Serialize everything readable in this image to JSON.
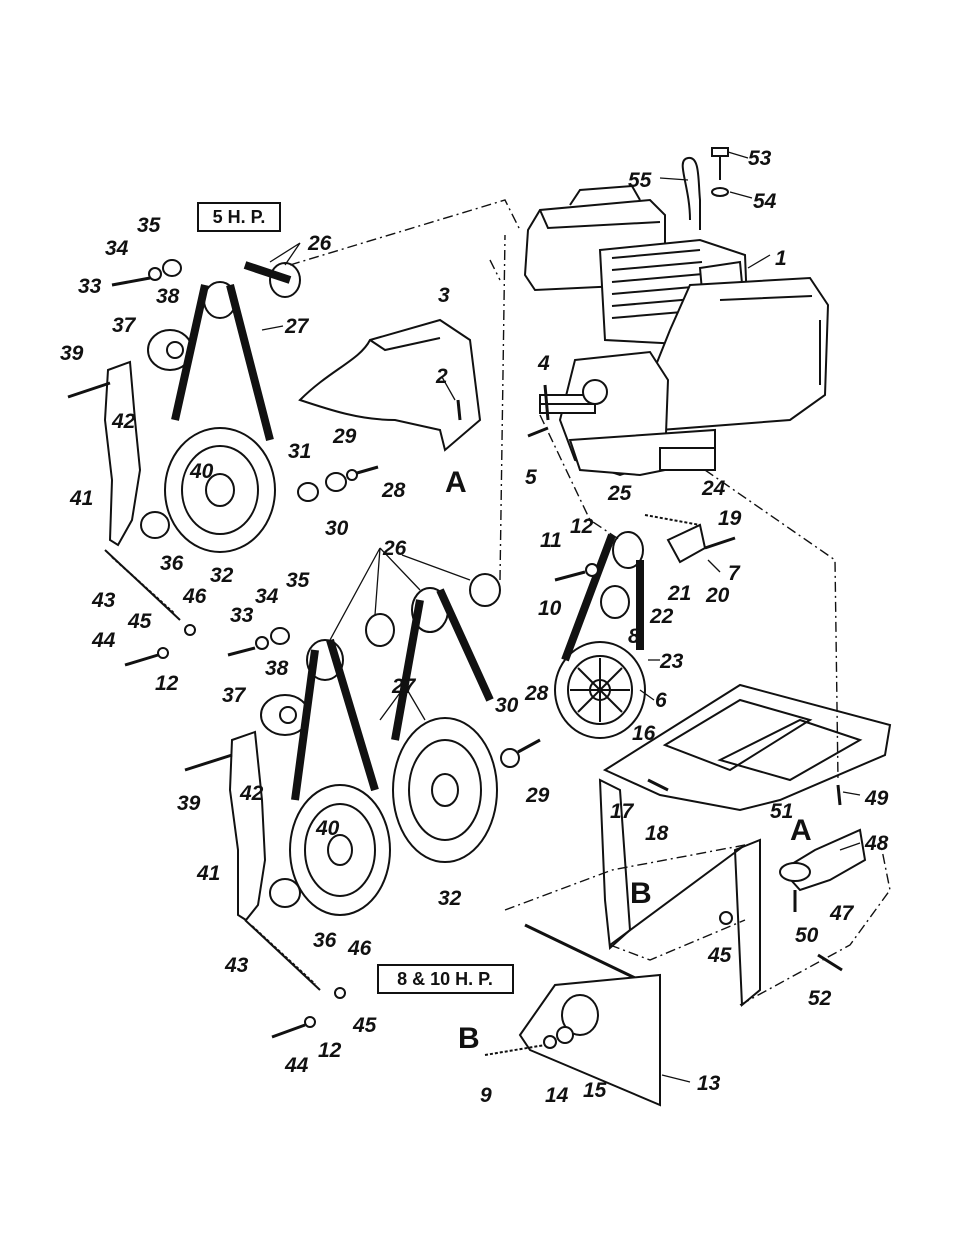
{
  "labels": {
    "hp5": "5 H. P.",
    "hp810": "8 & 10 H. P.",
    "ref_a": "A",
    "ref_b": "B"
  },
  "callouts": [
    {
      "id": "c1",
      "text": "1"
    },
    {
      "id": "c2",
      "text": "2"
    },
    {
      "id": "c3",
      "text": "3"
    },
    {
      "id": "c4",
      "text": "4"
    },
    {
      "id": "c5",
      "text": "5"
    },
    {
      "id": "c6",
      "text": "6"
    },
    {
      "id": "c7",
      "text": "7"
    },
    {
      "id": "c8",
      "text": "8"
    },
    {
      "id": "c9",
      "text": "9"
    },
    {
      "id": "c10",
      "text": "10"
    },
    {
      "id": "c11",
      "text": "11"
    },
    {
      "id": "c12a",
      "text": "12"
    },
    {
      "id": "c12b",
      "text": "12"
    },
    {
      "id": "c12c",
      "text": "12"
    },
    {
      "id": "c13",
      "text": "13"
    },
    {
      "id": "c14",
      "text": "14"
    },
    {
      "id": "c15",
      "text": "15"
    },
    {
      "id": "c16",
      "text": "16"
    },
    {
      "id": "c17",
      "text": "17"
    },
    {
      "id": "c18",
      "text": "18"
    },
    {
      "id": "c19",
      "text": "19"
    },
    {
      "id": "c20",
      "text": "20"
    },
    {
      "id": "c21",
      "text": "21"
    },
    {
      "id": "c22",
      "text": "22"
    },
    {
      "id": "c23",
      "text": "23"
    },
    {
      "id": "c24",
      "text": "24"
    },
    {
      "id": "c25",
      "text": "25"
    },
    {
      "id": "c26a",
      "text": "26"
    },
    {
      "id": "c26b",
      "text": "26"
    },
    {
      "id": "c27a",
      "text": "27"
    },
    {
      "id": "c27b",
      "text": "27"
    },
    {
      "id": "c28a",
      "text": "28"
    },
    {
      "id": "c28b",
      "text": "28"
    },
    {
      "id": "c29a",
      "text": "29"
    },
    {
      "id": "c29b",
      "text": "29"
    },
    {
      "id": "c30a",
      "text": "30"
    },
    {
      "id": "c30b",
      "text": "30"
    },
    {
      "id": "c31",
      "text": "31"
    },
    {
      "id": "c32a",
      "text": "32"
    },
    {
      "id": "c32b",
      "text": "32"
    },
    {
      "id": "c33a",
      "text": "33"
    },
    {
      "id": "c33b",
      "text": "33"
    },
    {
      "id": "c34a",
      "text": "34"
    },
    {
      "id": "c34b",
      "text": "34"
    },
    {
      "id": "c35a",
      "text": "35"
    },
    {
      "id": "c35b",
      "text": "35"
    },
    {
      "id": "c36a",
      "text": "36"
    },
    {
      "id": "c36b",
      "text": "36"
    },
    {
      "id": "c37a",
      "text": "37"
    },
    {
      "id": "c37b",
      "text": "37"
    },
    {
      "id": "c38a",
      "text": "38"
    },
    {
      "id": "c38b",
      "text": "38"
    },
    {
      "id": "c39a",
      "text": "39"
    },
    {
      "id": "c39b",
      "text": "39"
    },
    {
      "id": "c40a",
      "text": "40"
    },
    {
      "id": "c40b",
      "text": "40"
    },
    {
      "id": "c41a",
      "text": "41"
    },
    {
      "id": "c41b",
      "text": "41"
    },
    {
      "id": "c42a",
      "text": "42"
    },
    {
      "id": "c42b",
      "text": "42"
    },
    {
      "id": "c43a",
      "text": "43"
    },
    {
      "id": "c43b",
      "text": "43"
    },
    {
      "id": "c44a",
      "text": "44"
    },
    {
      "id": "c44b",
      "text": "44"
    },
    {
      "id": "c45a",
      "text": "45"
    },
    {
      "id": "c45b",
      "text": "45"
    },
    {
      "id": "c45c",
      "text": "45"
    },
    {
      "id": "c46a",
      "text": "46"
    },
    {
      "id": "c46b",
      "text": "46"
    },
    {
      "id": "c47",
      "text": "47"
    },
    {
      "id": "c48",
      "text": "48"
    },
    {
      "id": "c49",
      "text": "49"
    },
    {
      "id": "c50",
      "text": "50"
    },
    {
      "id": "c51",
      "text": "51"
    },
    {
      "id": "c52",
      "text": "52"
    },
    {
      "id": "c53",
      "text": "53"
    },
    {
      "id": "c54",
      "text": "54"
    },
    {
      "id": "c55",
      "text": "55"
    }
  ]
}
